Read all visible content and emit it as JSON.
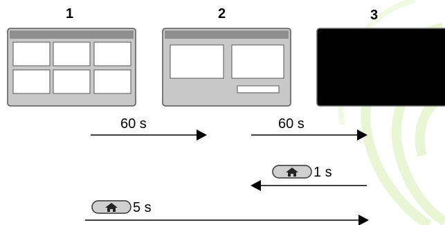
{
  "screens": [
    {
      "number": "1",
      "layout": "six-tile grid"
    },
    {
      "number": "2",
      "layout": "two panels with bar"
    },
    {
      "number": "3",
      "layout": "black screen"
    }
  ],
  "transitions": [
    {
      "label": "60 s",
      "direction": "right"
    },
    {
      "label": "60 s",
      "direction": "right"
    },
    {
      "label": "1 s",
      "direction": "left",
      "icon": "home-button-icon"
    },
    {
      "label": "5 s",
      "direction": "right",
      "icon": "home-button-icon"
    }
  ],
  "colors": {
    "frame": "#c8c8c8",
    "titlebar": "#8f8f8f",
    "border": "#555555",
    "screen_off": "#000000",
    "watermark": "#b9e08a"
  }
}
